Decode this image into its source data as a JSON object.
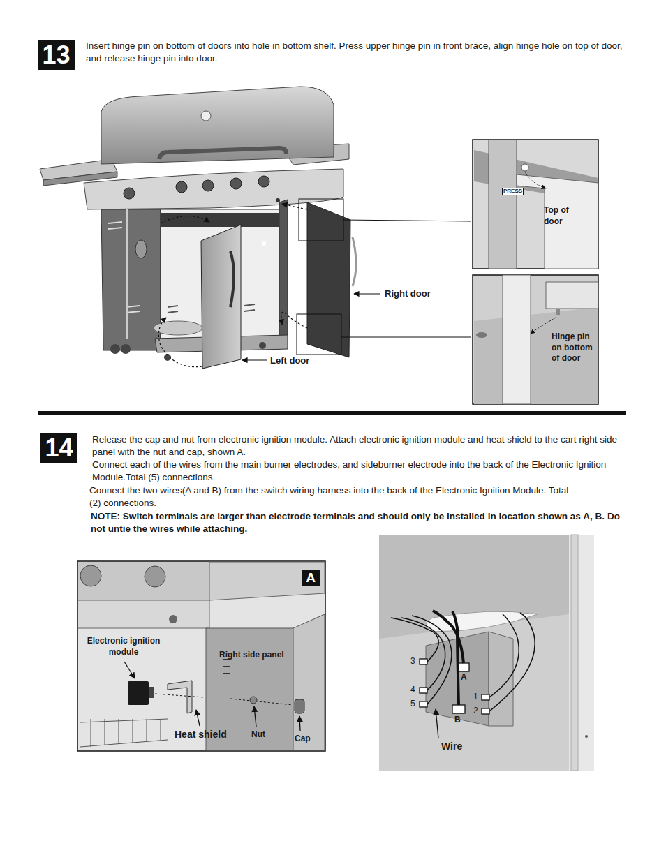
{
  "diagram": {
    "nodes": [
      {
        "text": [
          "13"
        ]
      },
      {
        "text": [
          "14"
        ]
      },
      {
        "text": [
          "A"
        ]
      }
    ],
    "labels": [
      "Insert hinge pin on bottom of doors into hole in bottom shelf. Press upper hinge pin in front brace, align hinge hole on top of door, and release hinge pin into door.",
      "PRESS",
      "Top of door",
      "Right door",
      "Hinge pin on bottom of door",
      "Left door",
      "Release the cap and nut from electronic ignition module. Attach electronic ignition module and heat shield to the cart right side panel with the nut and cap, shown A.",
      "Connect each of the wires from the main burner electrodes, and sideburner electrode into the back of the Electronic Ignition Module.Total (5) connections.",
      "Connect the two wires(A and B) from the switch wiring harness into the back of the Electronic Ignition Module. Total (2) connections.",
      "NOTE: Switch terminals are larger than electrode terminals and should only be installed in location shown as A, B. Do not untie the wires while attaching.",
      "Electronic ignition module",
      "Right side panel",
      "Heat shield",
      "Nut",
      "Cap",
      "3",
      "A",
      "4",
      "5",
      "1",
      "2",
      "B",
      "Wire"
    ]
  }
}
